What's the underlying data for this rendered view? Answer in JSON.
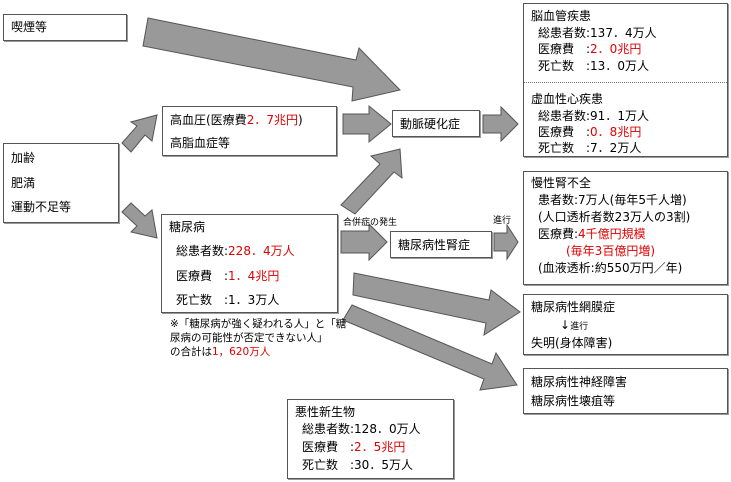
{
  "factors": {
    "smoking": "喫煙等",
    "items": [
      "加齢",
      "肥満",
      "運動不足等"
    ]
  },
  "hypertension": {
    "line1_prefix": "高血圧(医療費",
    "line1_value": "2．7兆円",
    "line1_suffix": ")",
    "line2": "高脂血症等"
  },
  "arteriosclerosis": {
    "label": "動脈硬化症"
  },
  "diabetes": {
    "title": "糖尿病",
    "patients_label": "総患者数:",
    "patients_value": "228．4万人",
    "cost_label": "医療費　:",
    "cost_value": "1．4兆円",
    "deaths_label": "死亡数　:",
    "deaths_value": "1．3万人",
    "note_line1": "※「糖尿病が強く疑われる人」と「糖",
    "note_line2": "尿病の可能性が否定できない人」",
    "note_line3_prefix": "の合計は",
    "note_line3_value": "1，620万人"
  },
  "labels": {
    "complication": "合併症の発生",
    "progression": "進行"
  },
  "nephropathy": {
    "label": "糖尿病性腎症"
  },
  "cerebro": {
    "title": "脳血管疾患",
    "patients": "総患者数:137．4万人",
    "cost_label": "医療費　:",
    "cost_value": "2．0兆円",
    "deaths": "死亡数　:13．0万人"
  },
  "ischemic": {
    "title": "虚血性心疾患",
    "patients": "総患者数:91．1万人",
    "cost_label": "医療費　:",
    "cost_value": "0．8兆円",
    "deaths": "死亡数　:7．2万人"
  },
  "renal": {
    "title": "慢性腎不全",
    "patients": "患者数:7万人(毎年5千人増)",
    "dialysis": "(人口透析者数23万人の3割)",
    "cost_label": "医療費:",
    "cost_value": "4千億円規模",
    "cost_increase": "(毎年3百億円増)",
    "dialysis_cost": "(血液透析:約550万円／年)"
  },
  "retinopathy": {
    "title": "糖尿病性網膜症",
    "arrow": "↓",
    "progression": "進行",
    "outcome": "失明(身体障害)"
  },
  "neuropathy": {
    "line1": "糖尿病性神経障害",
    "line2": "糖尿病性壊疽等"
  },
  "cancer": {
    "title": "悪性新生物",
    "patients": "総患者数:128．0万人",
    "cost_label": "医療費　:",
    "cost_value": "2．5兆円",
    "deaths": "死亡数　:30．5万人"
  }
}
